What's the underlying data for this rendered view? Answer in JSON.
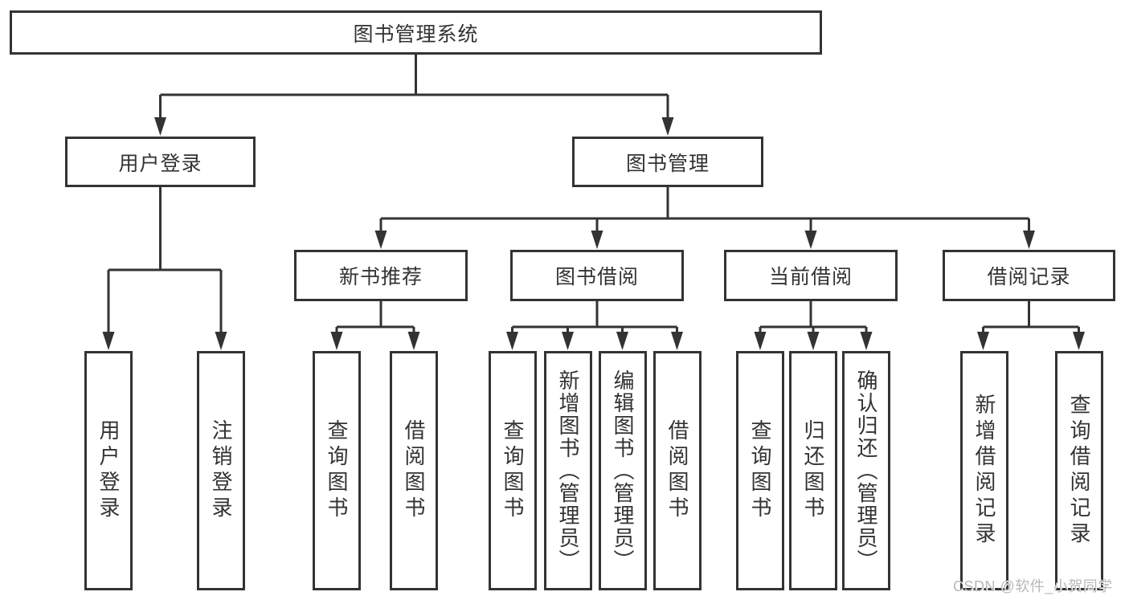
{
  "tree": {
    "root": {
      "label": "图书管理系统"
    },
    "branches": [
      {
        "label": "用户登录",
        "children": [
          "用户登录",
          "注销登录"
        ]
      },
      {
        "label": "图书管理",
        "groups": [
          {
            "label": "新书推荐",
            "children": [
              "查询图书",
              "借阅图书"
            ]
          },
          {
            "label": "图书借阅",
            "children": [
              "查询图书",
              "新增图书（管理员）",
              "编辑图书（管理员）",
              "借阅图书"
            ]
          },
          {
            "label": "当前借阅",
            "children": [
              "查询图书",
              "归还图书",
              "确认归还（管理员）"
            ]
          },
          {
            "label": "借阅记录",
            "children": [
              "新增借阅记录",
              "查询借阅记录"
            ]
          }
        ]
      }
    ]
  },
  "watermark": {
    "text": "CSDN @软件_小贺同学"
  },
  "colors": {
    "line": "#333333",
    "box_border": "#333333",
    "text": "#333333",
    "background": "#ffffff",
    "watermark": "#b8b8b8"
  }
}
